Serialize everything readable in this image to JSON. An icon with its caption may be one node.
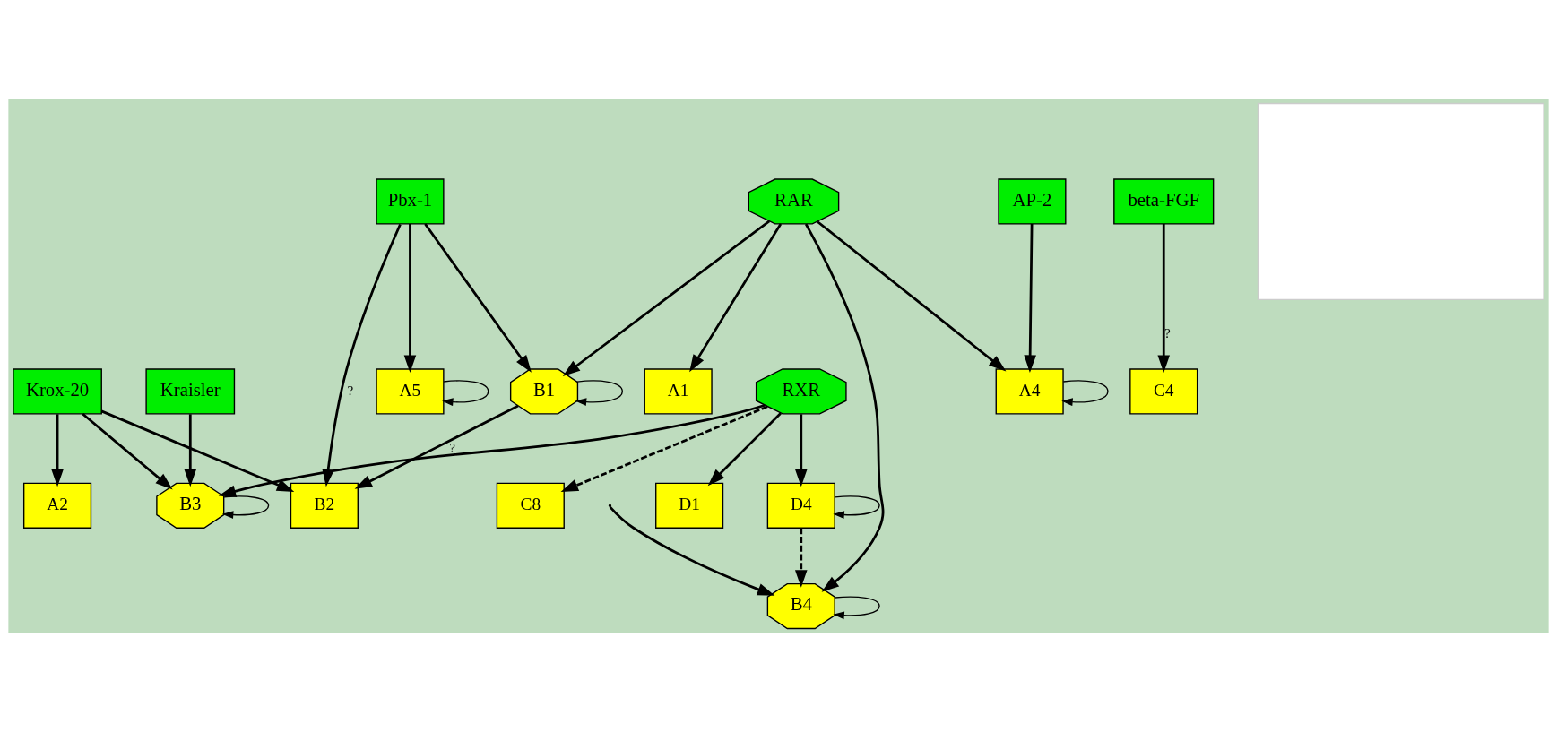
{
  "diagram": {
    "nodes": [
      {
        "text": [
          "Kraisler"
        ]
      },
      {
        "text": [
          "B4"
        ]
      },
      {
        "text": [
          "B3"
        ]
      },
      {
        "text": [
          "B2"
        ]
      },
      {
        "text": [
          "B1"
        ]
      },
      {
        "text": [
          "Krox-20"
        ]
      },
      {
        "text": [
          "Pbx-1"
        ]
      },
      {
        "text": [
          "RAR"
        ]
      },
      {
        "text": [
          "RXR"
        ]
      },
      {
        "text": [
          "A5"
        ]
      },
      {
        "text": [
          "A4"
        ]
      },
      {
        "text": [
          "A2"
        ]
      },
      {
        "text": [
          "A1"
        ]
      },
      {
        "text": [
          "AP-2"
        ]
      },
      {
        "text": [
          "beta-FGF"
        ]
      },
      {
        "text": [
          "C4"
        ]
      },
      {
        "text": [
          "C8"
        ]
      },
      {
        "text": [
          "D4"
        ]
      },
      {
        "text": [
          "D1"
        ]
      },
      {
        "text": [],
        "shape": "box"
      }
    ],
    "edges": [
      {
        "from": 17,
        "to": 1,
        "arrow": "to",
        "style": "dashed"
      },
      {
        "from": null,
        "to": 1,
        "arrow": "to"
      },
      {
        "from": 1,
        "to": 1,
        "arrow": "to"
      },
      {
        "from": 0,
        "to": 2,
        "arrow": "to"
      },
      {
        "from": 8,
        "to": 2,
        "arrow": "to"
      },
      {
        "from": 2,
        "to": 2,
        "arrow": "to"
      },
      {
        "from": 6,
        "to": 3,
        "arrow": "to",
        "label": "?"
      },
      {
        "from": 4,
        "to": 3,
        "arrow": "to",
        "label": "?"
      },
      {
        "from": 7,
        "to": 4,
        "arrow": "to"
      },
      {
        "from": 4,
        "to": 4,
        "arrow": "to"
      },
      {
        "from": 5,
        "to": 2,
        "arrow": "to"
      },
      {
        "from": 5,
        "to": 3,
        "arrow": "to"
      },
      {
        "from": 6,
        "to": 4,
        "arrow": "to"
      },
      {
        "from": 7,
        "to": 1,
        "arrow": "to"
      },
      {
        "from": 6,
        "to": 9,
        "arrow": "to"
      },
      {
        "from": 9,
        "to": 9,
        "arrow": "to"
      },
      {
        "from": 7,
        "to": 10,
        "arrow": "to"
      },
      {
        "from": 10,
        "to": 10,
        "arrow": "to"
      },
      {
        "from": 13,
        "to": 10,
        "arrow": "to"
      },
      {
        "from": 5,
        "to": 11,
        "arrow": "to"
      },
      {
        "from": 7,
        "to": 12,
        "arrow": "to"
      },
      {
        "from": 14,
        "to": 15,
        "arrow": "to",
        "label": "?"
      },
      {
        "from": 8,
        "to": 16,
        "arrow": "to",
        "style": "dashed"
      },
      {
        "from": 8,
        "to": 17,
        "arrow": "to"
      },
      {
        "from": 17,
        "to": 17,
        "arrow": "to"
      },
      {
        "from": 8,
        "to": 18,
        "arrow": "to"
      }
    ]
  }
}
